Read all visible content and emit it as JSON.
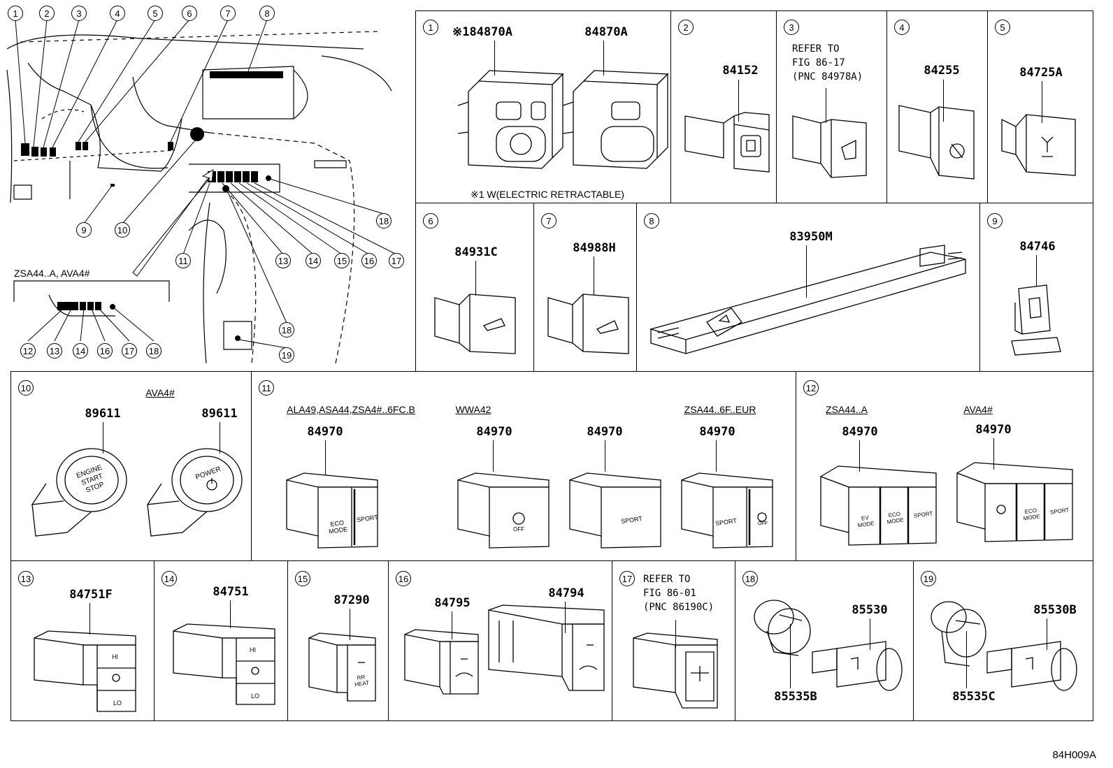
{
  "overview": {
    "callouts": [
      "1",
      "2",
      "3",
      "4",
      "5",
      "6",
      "7",
      "8",
      "9",
      "10",
      "11",
      "12",
      "13",
      "14",
      "15",
      "16",
      "17",
      "18",
      "19"
    ],
    "inset_label": "ZSA44..A, AVA4#",
    "inset_callouts": [
      "12",
      "13",
      "14",
      "16",
      "17",
      "18"
    ]
  },
  "cells": {
    "c1": {
      "num": "1",
      "pn_left": "※184870A",
      "pn_right": "84870A",
      "footnote": "※1 W(ELECTRIC RETRACTABLE)"
    },
    "c2": {
      "num": "2",
      "pn": "84152"
    },
    "c3": {
      "num": "3",
      "note": "REFER TO\nFIG 86-17\n(PNC 84978A)"
    },
    "c4": {
      "num": "4",
      "pn": "84255"
    },
    "c5": {
      "num": "5",
      "pn": "84725A"
    },
    "c6": {
      "num": "6",
      "pn": "84931C"
    },
    "c7": {
      "num": "7",
      "pn": "84988H"
    },
    "c8": {
      "num": "8",
      "pn": "83950M"
    },
    "c9": {
      "num": "9",
      "pn": "84746"
    },
    "c10": {
      "num": "10",
      "variant": "AVA4#",
      "pn_left": "89611",
      "pn_right": "89611",
      "left_face": "ENGINE START STOP",
      "right_face": "POWER"
    },
    "c11": {
      "num": "11",
      "variants": [
        "ALA49,ASA44,ZSA4#..6FC.B",
        "WWA42",
        "ZSA44..6F..EUR"
      ],
      "pns": [
        "84970",
        "84970",
        "84970",
        "84970"
      ]
    },
    "c12": {
      "num": "12",
      "variants": [
        "ZSA44..A",
        "AVA4#"
      ],
      "pns": [
        "84970",
        "84970"
      ]
    },
    "c13": {
      "num": "13",
      "pn": "84751F"
    },
    "c14": {
      "num": "14",
      "pn": "84751"
    },
    "c15": {
      "num": "15",
      "pn": "87290"
    },
    "c16": {
      "num": "16",
      "pn_left": "84795",
      "pn_right": "84794"
    },
    "c17": {
      "num": "17",
      "note": "REFER TO\nFIG 86-01\n(PNC 86190C)"
    },
    "c18": {
      "num": "18",
      "pn_a": "85530",
      "pn_b": "85535B"
    },
    "c19": {
      "num": "19",
      "pn_a": "85530B",
      "pn_b": "85535C"
    }
  },
  "switch_labels": {
    "eco_mode": "ECO MODE",
    "sport": "SPORT",
    "off": "OFF",
    "ev_mode": "EV MODE",
    "hi": "HI",
    "lo": "LO",
    "rr_heat": "RR HEAT"
  },
  "diagram_code": "84H009A"
}
